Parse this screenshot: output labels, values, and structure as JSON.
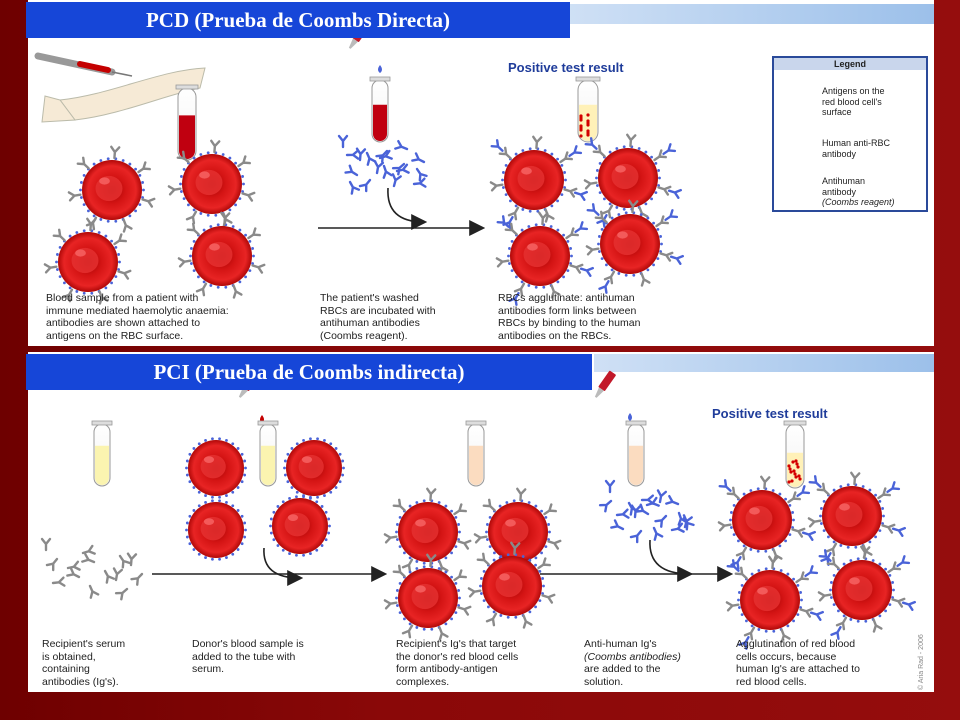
{
  "top_banner": "PCD (Prueba de Coombs Directa)",
  "bottom_banner": "PCI (Prueba de Coombs indirecta)",
  "top_positive_label": "Positive test result",
  "bottom_positive_label": "Positive test result",
  "legend": {
    "title": "Legend",
    "items": [
      {
        "lines": [
          "Antigens on the",
          "red blood cell's",
          "surface"
        ]
      },
      {
        "lines": [
          "Human anti-RBC",
          "antibody"
        ]
      },
      {
        "lines": [
          "Antihuman",
          "antibody",
          "(Coombs reagent)"
        ]
      }
    ]
  },
  "top_captions": [
    {
      "lines": [
        "Blood sample from a patient with",
        "immune mediated haemolytic anaemia:",
        "antibodies are shown attached to",
        "antigens on the RBC surface."
      ]
    },
    {
      "lines": [
        "The patient's washed",
        "RBCs are incubated with",
        "antihuman antibodies",
        "(Coombs reagent)."
      ]
    },
    {
      "lines": [
        "RBCs agglutinate: antihuman",
        "antibodies form links between",
        "RBCs by binding to the human",
        "antibodies on the RBCs."
      ]
    }
  ],
  "bottom_captions": [
    {
      "lines": [
        "Recipient's serum",
        "is obtained,",
        "containing",
        "antibodies (Ig's)."
      ]
    },
    {
      "lines": [
        "Donor's blood sample is",
        "added to the tube with",
        "serum."
      ]
    },
    {
      "lines": [
        "Recipient's Ig's that target",
        "the donor's red blood cells",
        "form antibody-antigen",
        "complexes."
      ]
    },
    {
      "lines": [
        "Anti-human Ig's",
        "(Coombs antibodies)",
        "are added to the",
        "solution."
      ]
    },
    {
      "lines": [
        "Agglutination of red blood",
        "cells occurs, because",
        "human Ig's are attached to",
        "red blood cells."
      ]
    }
  ],
  "credit": "© Aria Rad - 2006",
  "colors": {
    "background": "#8e0a0a",
    "banner": "#1646d8",
    "rbc": "#d81818",
    "antibody_grey": "#8a8a8a",
    "antibody_blue": "#4a63d8"
  }
}
